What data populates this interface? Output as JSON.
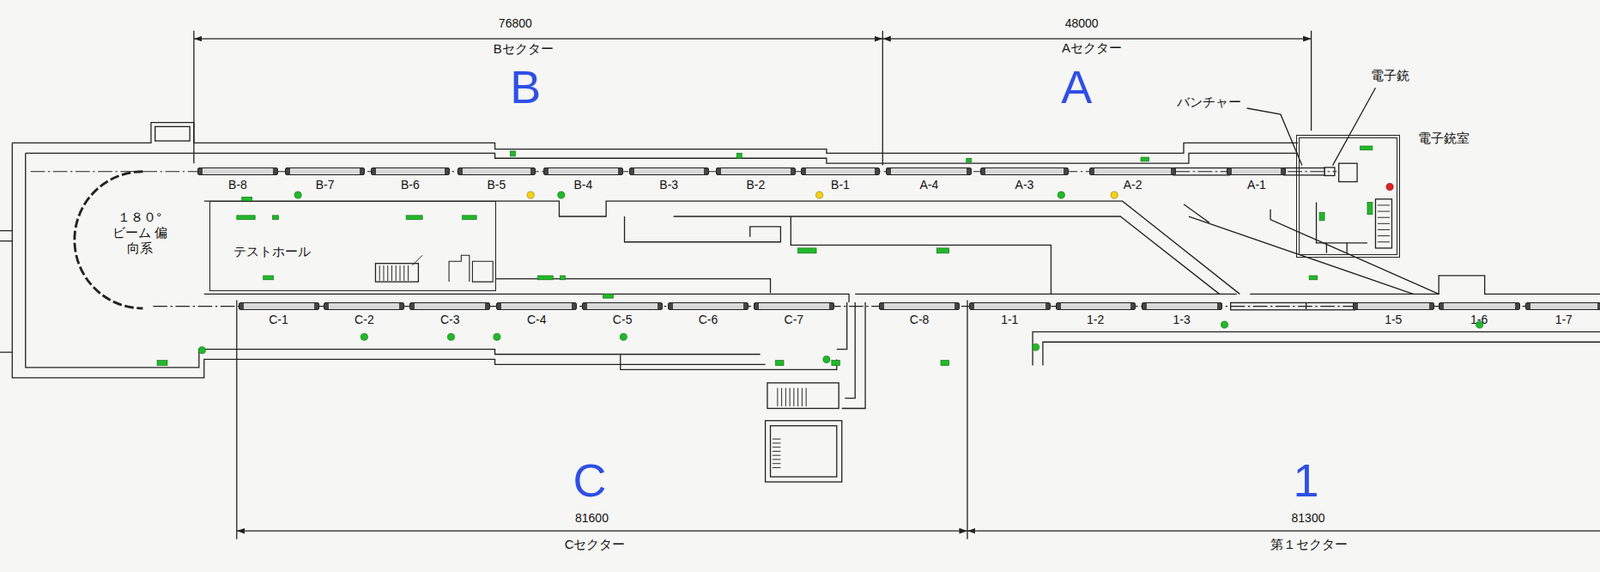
{
  "diagram": {
    "nodes": [
      {
        "text": [
          "B-8"
        ]
      },
      {
        "text": [
          "B-7"
        ]
      },
      {
        "text": [
          "B-6"
        ]
      },
      {
        "text": [
          "B-5"
        ]
      },
      {
        "text": [
          "B-4"
        ]
      },
      {
        "text": [
          "B-3"
        ]
      },
      {
        "text": [
          "B-2"
        ]
      },
      {
        "text": [
          "B-1"
        ]
      },
      {
        "text": [
          "A-4"
        ]
      },
      {
        "text": [
          "A-3"
        ]
      },
      {
        "text": [
          "A-2"
        ]
      },
      {
        "text": [
          "A-1"
        ]
      },
      {
        "text": [
          "電子銃室"
        ]
      },
      {
        "text": [
          "テストホール"
        ]
      },
      {
        "text": [
          "C-1"
        ]
      },
      {
        "text": [
          "C-2"
        ]
      },
      {
        "text": [
          "C-3"
        ]
      },
      {
        "text": [
          "C-4"
        ]
      },
      {
        "text": [
          "C-5"
        ]
      },
      {
        "text": [
          "C-6"
        ]
      },
      {
        "text": [
          "C-7"
        ]
      },
      {
        "text": [
          "C-8"
        ]
      },
      {
        "text": [
          "1-1"
        ]
      },
      {
        "text": [
          "1-2"
        ]
      },
      {
        "text": [
          "1-3"
        ]
      },
      {
        "text": [
          "1-5"
        ]
      },
      {
        "text": [
          "1-6"
        ]
      },
      {
        "text": [
          "1-7"
        ]
      }
    ],
    "labels": [
      "76800",
      "Bセクター",
      "B",
      "48000",
      "Aセクター",
      "A",
      "電子銃",
      "バンチャー",
      "１８０° ビーム 偏向系",
      "C",
      "81600",
      "Cセクター",
      "1",
      "81300",
      "第１セクター"
    ]
  }
}
